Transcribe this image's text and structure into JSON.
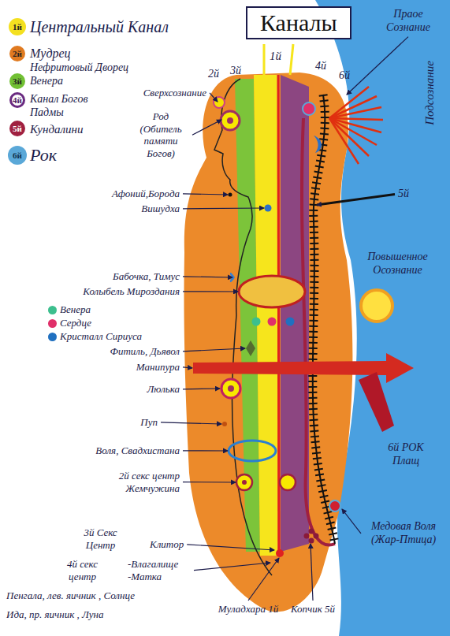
{
  "diagram": {
    "title": "Каналы",
    "labels": [
      "1й",
      "2й",
      "3й",
      "4й",
      "5й",
      "6й",
      "2й",
      "3й",
      "1й",
      "4й",
      "6й",
      "Праое Сознание",
      "Подсознание",
      "Сверхсознание",
      "Род (Обитель памяти Богов)",
      "Афоний,Борода",
      "Вишудха",
      "5й",
      "Бабочка, Тимус",
      "Колыбель Мироздания",
      "Повышенное Осознание",
      "Фитиль, Дьявол",
      "Манипура",
      "Люлька",
      "Пуп",
      "Воля, Свадхистана",
      "2й секс центр Жемчужина",
      "6й РОК Плащ",
      "3й Секс Центр",
      "Клитор",
      "4й секс центр",
      "-Влагалище -Матка",
      "Медовая Воля (Жар-Птица)",
      "Пенгала, лев. яичник , Солнце",
      "Ида, пр. яичник , Луна",
      "Муладхара 1й",
      "Копчик 5й"
    ],
    "legend": [
      {
        "text": "Центральный Канал",
        "color": "#f4e020"
      },
      {
        "text": "Мудрец",
        "color": "#e07a20"
      },
      {
        "text": "Нефритовый Дворец Венера",
        "color": "#72c034"
      },
      {
        "text": "Канал Богов Падмы",
        "color": "#6a2a80"
      },
      {
        "text": "Кундалини",
        "color": "#a02040"
      },
      {
        "text": "Рок",
        "color": "#5aa8d8"
      },
      {
        "text": "Венера",
        "color": "#3cbf8e"
      },
      {
        "text": "Сердце",
        "color": "#e0306a"
      },
      {
        "text": "Кристалл Сириуса",
        "color": "#2070c0"
      }
    ]
  }
}
